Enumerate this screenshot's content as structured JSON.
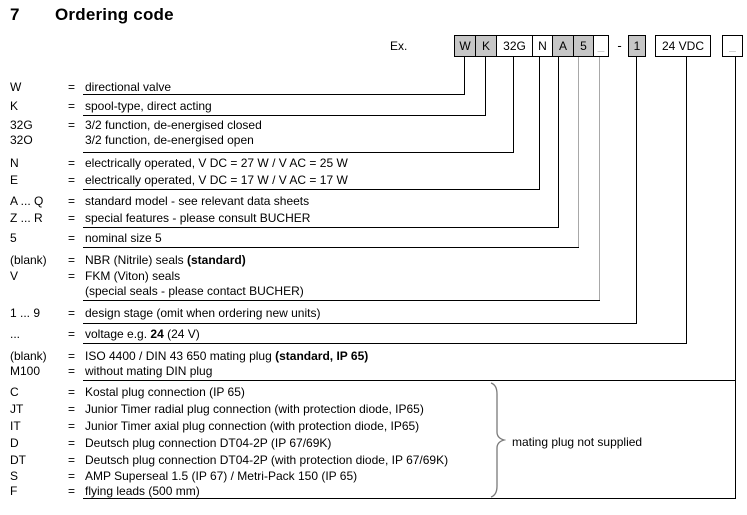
{
  "page": {
    "section_number": "7",
    "section_title": "Ordering code",
    "example_label": "Ex.",
    "separator": "-",
    "brace_label": "mating plug not supplied"
  },
  "colors": {
    "box_fill": "#c6c6c6",
    "muted_gray": "#9a9a9a",
    "line_black": "#000000",
    "line_gray": "#a8a8a8"
  },
  "example_boxes": [
    {
      "label": "W",
      "filled": true,
      "muted": false
    },
    {
      "label": "K",
      "filled": true,
      "muted": false
    },
    {
      "label": "32G",
      "filled": false,
      "muted": false
    },
    {
      "label": "N",
      "filled": false,
      "muted": false
    },
    {
      "label": "A",
      "filled": true,
      "muted": false
    },
    {
      "label": "5",
      "filled": true,
      "muted": false
    },
    {
      "label": "_",
      "filled": false,
      "muted": true
    },
    {
      "label": "1",
      "filled": true,
      "muted": false
    },
    {
      "label": "24 VDC",
      "filled": false,
      "muted": false
    },
    {
      "label": "_",
      "filled": false,
      "muted": true
    }
  ],
  "rows": [
    {
      "code": "W",
      "eq": "=",
      "desc_pre": "directional valve"
    },
    {
      "code": "K",
      "eq": "=",
      "desc_pre": "spool-type, direct acting"
    },
    {
      "code": "32G",
      "eq": "=",
      "desc_pre": "3/2 function, de-energised closed"
    },
    {
      "code": "32O",
      "eq": "",
      "desc_pre": "3/2 function, de-energised open"
    },
    {
      "code": "N",
      "eq": "=",
      "desc_pre": "electrically operated, V DC = 27 W / V AC = 25 W"
    },
    {
      "code": "E",
      "eq": "=",
      "desc_pre": "electrically operated, V DC = 17 W / V AC = 17 W"
    },
    {
      "code": "A ... Q",
      "eq": "=",
      "desc_pre": "standard model - see relevant data sheets"
    },
    {
      "code": "Z ... R",
      "eq": "=",
      "desc_pre": "special features - please consult BUCHER"
    },
    {
      "code": "5",
      "eq": "=",
      "desc_pre": "nominal size 5"
    },
    {
      "code": "(blank)",
      "eq": "=",
      "desc_pre": "NBR (Nitrile) seals ",
      "desc_bold": "(standard)"
    },
    {
      "code": "V",
      "eq": "=",
      "desc_pre": "FKM (Viton) seals"
    },
    {
      "code": "",
      "eq": "",
      "desc_pre": "(special seals - please contact BUCHER)"
    },
    {
      "code": "1 ... 9",
      "eq": "=",
      "desc_pre": "design stage (omit when ordering new units)"
    },
    {
      "code": "...",
      "eq": "=",
      "desc_pre": "voltage e.g. ",
      "desc_bold": "24",
      "desc_post": " (24 V)"
    },
    {
      "code": "(blank)",
      "eq": "=",
      "desc_pre": "ISO 4400 / DIN 43 650 mating plug ",
      "desc_bold": "(standard, IP 65)"
    },
    {
      "code": "M100",
      "eq": "=",
      "desc_pre": "without mating DIN plug"
    },
    {
      "code": "C",
      "eq": "=",
      "desc_pre": "Kostal plug connection (IP 65)"
    },
    {
      "code": "JT",
      "eq": "=",
      "desc_pre": "Junior Timer radial plug connection (with protection diode, IP65)"
    },
    {
      "code": "IT",
      "eq": "=",
      "desc_pre": "Junior Timer axial plug connection (with protection diode, IP65)"
    },
    {
      "code": "D",
      "eq": "=",
      "desc_pre": "Deutsch plug connection DT04-2P (IP 67/69K)"
    },
    {
      "code": "DT",
      "eq": "=",
      "desc_pre": "Deutsch plug connection DT04-2P (with protection diode, IP 67/69K)"
    },
    {
      "code": "S",
      "eq": "=",
      "desc_pre": "AMP Superseal 1.5 (IP 67) / Metri-Pack 150 (IP 65)"
    },
    {
      "code": "F",
      "eq": "=",
      "desc_pre": "flying leads (500 mm)"
    }
  ]
}
